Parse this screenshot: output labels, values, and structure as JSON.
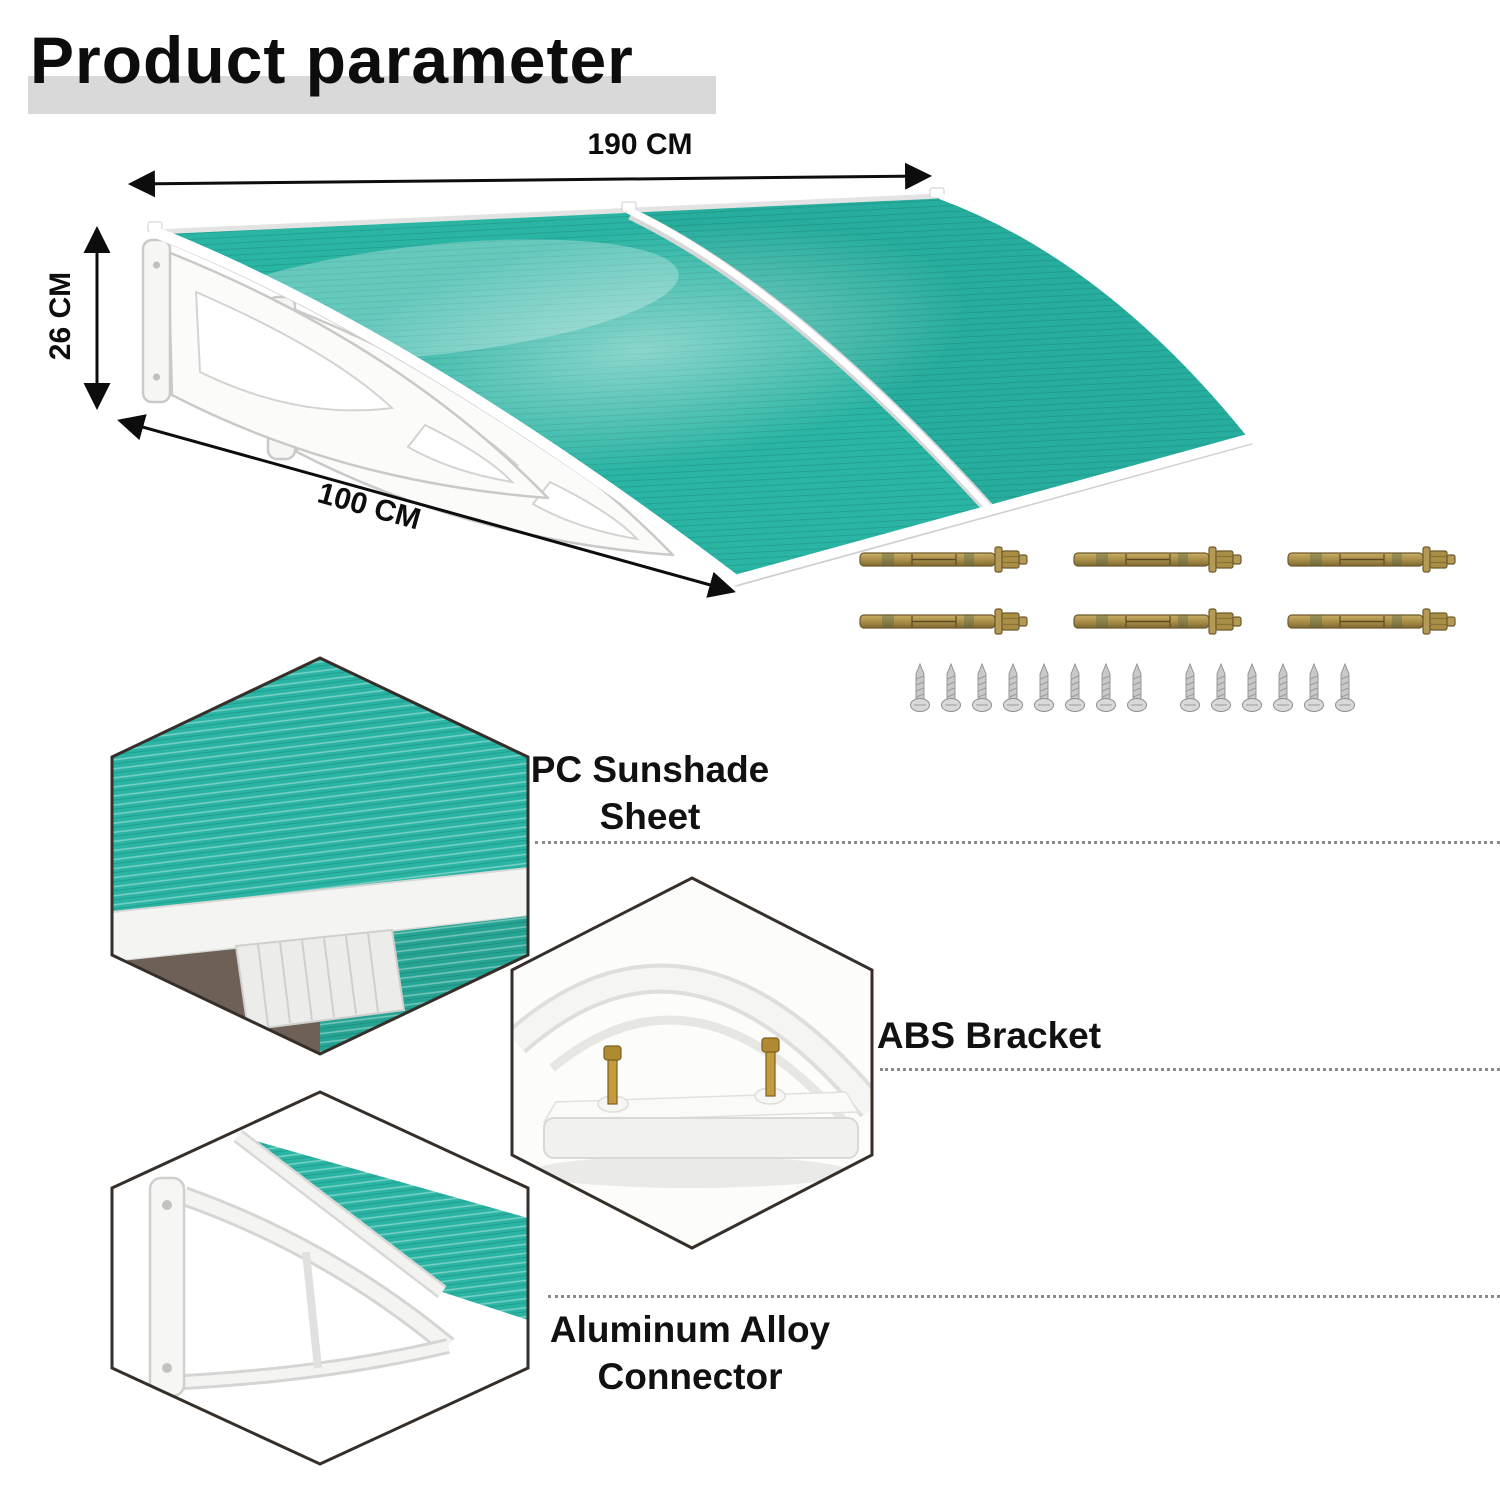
{
  "title": "Product parameter",
  "dimensions": {
    "width": "190 CM",
    "height": "26 CM",
    "depth": "100 CM"
  },
  "parts": {
    "sheet": {
      "line1": "PC Sunshade",
      "line2": "Sheet"
    },
    "bracket": {
      "label": "ABS Bracket"
    },
    "connector": {
      "line1": "Aluminum Alloy",
      "line2": "Connector"
    }
  },
  "hardware": {
    "expansion_bolt_count": 6,
    "screw_count": 14
  },
  "colors": {
    "sheet_teal": "#2ab4a3",
    "title_text": "#0d0d0d",
    "title_highlight": "#d9d9d9",
    "leader_dotted": "#8a8a8a",
    "hexagon_border": "#362e28",
    "bolt_brass": "#a08648",
    "bracket_white": "#f6f6f4"
  }
}
